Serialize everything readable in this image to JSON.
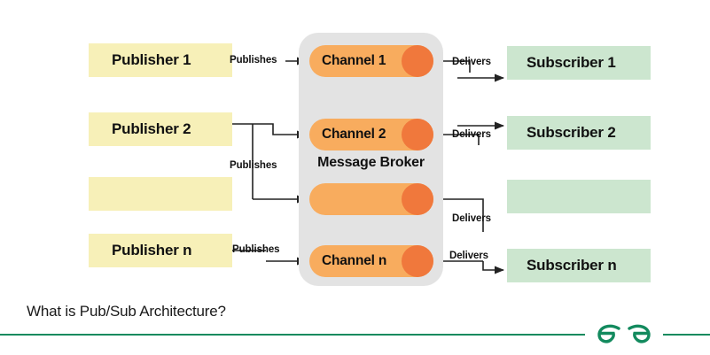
{
  "diagram": {
    "caption": "What is Pub/Sub Architecture?",
    "broker_label": "Message Broker",
    "publish_label": "Publishes",
    "deliver_label": "Delivers",
    "colors": {
      "publisher_box": "#F7F0B8",
      "subscriber_box": "#CCE6CF",
      "broker_panel": "#E3E3E3",
      "channel_body": "#F8AC5E",
      "channel_cap": "#F0783C",
      "connector": "#222222",
      "brand_green": "#138A5E"
    },
    "publishers": [
      {
        "label": "Publisher 1"
      },
      {
        "label": "Publisher 2"
      },
      {
        "label": ""
      },
      {
        "label": "Publisher n"
      }
    ],
    "channels": [
      {
        "label": "Channel 1"
      },
      {
        "label": "Channel 2"
      },
      {
        "label": ""
      },
      {
        "label": "Channel n"
      }
    ],
    "subscribers": [
      {
        "label": "Subscriber 1"
      },
      {
        "label": "Subscriber 2"
      },
      {
        "label": ""
      },
      {
        "label": "Subscriber n"
      }
    ],
    "publish_labels": [
      "Publishes",
      "Publishes",
      "Publishes"
    ],
    "deliver_labels": [
      "Delivers",
      "Delivers",
      "Delivers",
      "Delivers"
    ]
  },
  "branding": {
    "logo_name": "geeksforgeeks-logo"
  }
}
